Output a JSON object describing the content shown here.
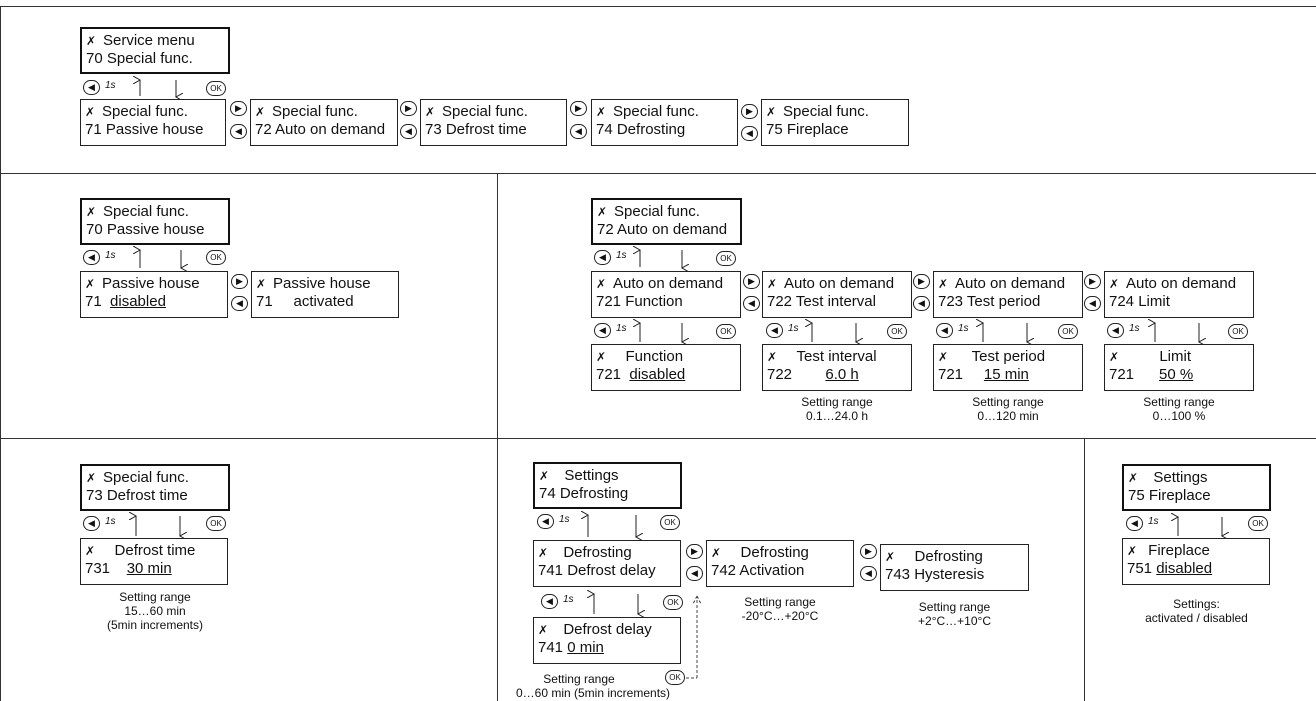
{
  "icons": {
    "tool": "✗",
    "left_arrow": "◀",
    "right_arrow": "▶"
  },
  "labels": {
    "ok": "OK",
    "one_s": "1s"
  },
  "row1": {
    "service": {
      "line1": "Service menu",
      "line2": "70  Special func."
    },
    "b71": {
      "line1": "Special func.",
      "line2": "71  Passive house"
    },
    "b72": {
      "line1": "Special func.",
      "line2": "72 Auto on demand"
    },
    "b73": {
      "line1": "Special func.",
      "line2": "73    Defrost time"
    },
    "b74": {
      "line1": "Special func.",
      "line2": "74    Defrosting"
    },
    "b75": {
      "line1": "Special func.",
      "line2": "75  Fireplace"
    }
  },
  "passive": {
    "top": {
      "line1": "Special func.",
      "line2": "70  Passive house"
    },
    "a": {
      "line1": "Passive house",
      "num": "71",
      "val": "disabled"
    },
    "b": {
      "line1": "Passive house",
      "num": "71",
      "val": "activated"
    }
  },
  "auto": {
    "top": {
      "line1": "Special func.",
      "line2": "72 Auto on demand"
    },
    "m721": {
      "line1": "Auto on demand",
      "line2": "721   Function"
    },
    "m722": {
      "line1": "Auto on demand",
      "line2": "722 Test interval"
    },
    "m723": {
      "line1": "Auto on demand",
      "line2": "723   Test period"
    },
    "m724": {
      "line1": "Auto on demand",
      "line2": "724      Limit"
    },
    "v721": {
      "line1": "Function",
      "num": "721",
      "val": "disabled"
    },
    "v722": {
      "line1": "Test interval",
      "num": "722",
      "val": "6.0 h"
    },
    "v723": {
      "line1": "Test period",
      "num": "721",
      "val": "15 min"
    },
    "v724": {
      "line1": "Limit",
      "num": "721",
      "val": "50 %"
    },
    "n722": {
      "l1": "Setting range",
      "l2": "0.1…24.0 h"
    },
    "n723": {
      "l1": "Setting range",
      "l2": "0…120 min"
    },
    "n724": {
      "l1": "Setting range",
      "l2": "0…100 %"
    }
  },
  "defrost_time": {
    "top": {
      "line1": "Special func.",
      "line2": "73    Defrost time"
    },
    "v": {
      "line1": "Defrost time",
      "num": "731",
      "val": "30 min"
    },
    "note": {
      "l1": "Setting range",
      "l2": "15…60 min",
      "l3": "(5min increments)"
    }
  },
  "defrosting": {
    "top": {
      "line1": "Settings",
      "line2": "74    Defrosting"
    },
    "m741": {
      "line1": "Defrosting",
      "line2": "741  Defrost delay"
    },
    "m742": {
      "line1": "Defrosting",
      "line2": "742  Activation"
    },
    "m743": {
      "line1": "Defrosting",
      "line2": "743  Hysteresis"
    },
    "v741": {
      "line1": "Defrost delay",
      "num": "741",
      "val": "0 min"
    },
    "n741": {
      "l1": "Setting range",
      "l2": "0…60 min (5min increments)"
    },
    "n742": {
      "l1": "Setting range",
      "l2": "-20°C…+20°C"
    },
    "n743": {
      "l1": "Setting range",
      "l2": "+2°C…+10°C"
    }
  },
  "fireplace": {
    "top": {
      "line1": "Settings",
      "line2": "75     Fireplace"
    },
    "v": {
      "line1": "Fireplace",
      "num": "751",
      "val": "disabled"
    },
    "note": {
      "l1": "Settings:",
      "l2": "activated /  disabled"
    }
  }
}
